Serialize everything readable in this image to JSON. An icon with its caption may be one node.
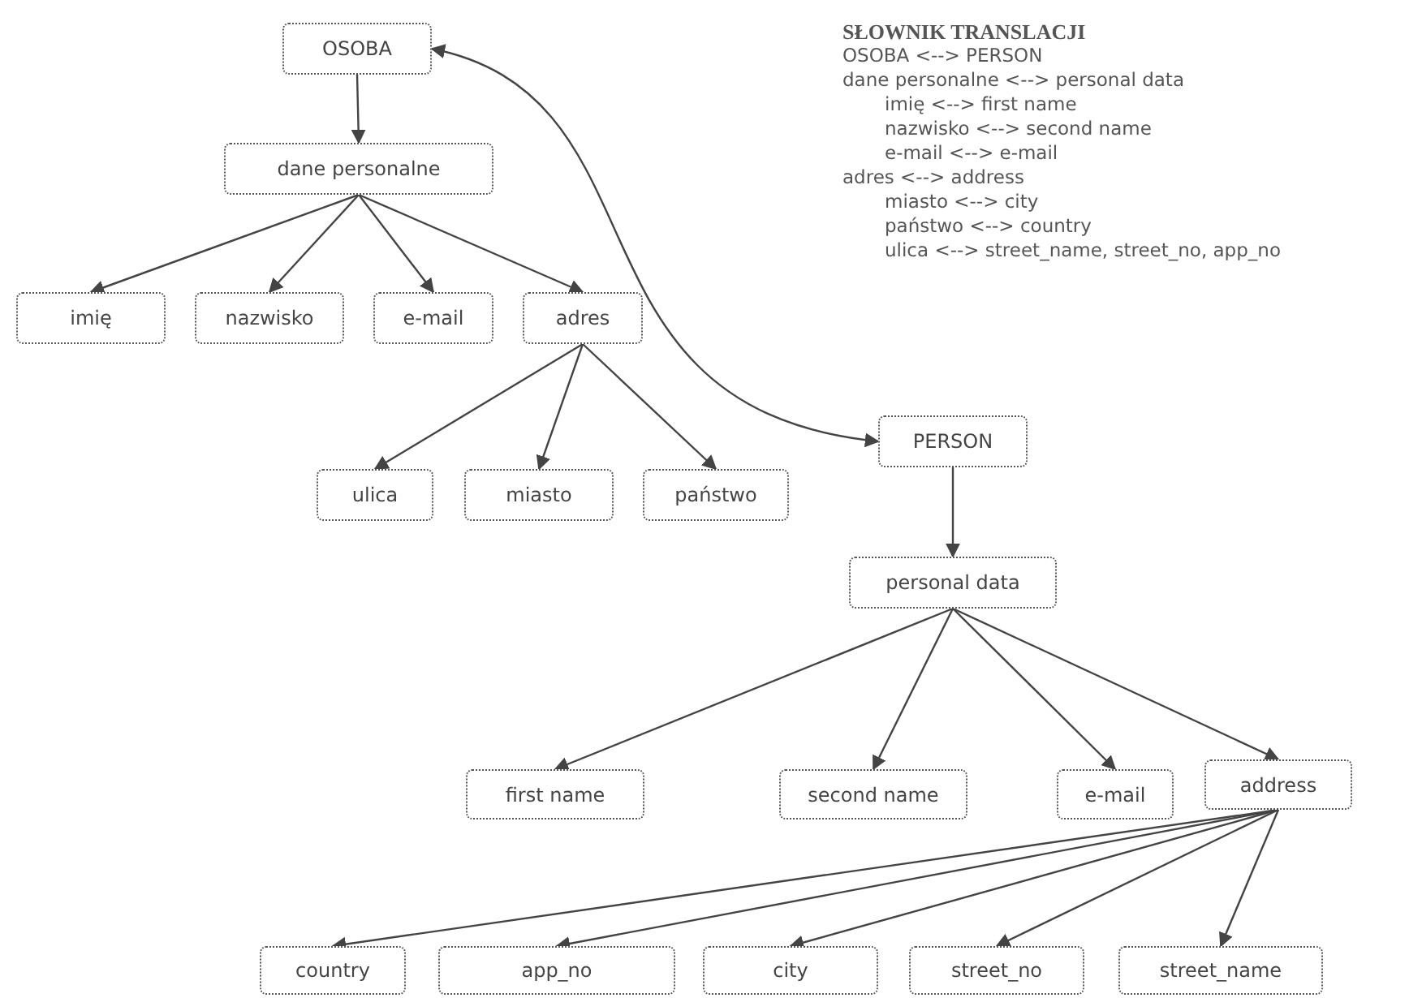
{
  "diagram": {
    "nodes": [
      {
        "text": [
          "OSOBA"
        ]
      },
      {
        "text": [
          "dane personalne"
        ]
      },
      {
        "text": [
          "imię"
        ]
      },
      {
        "text": [
          "nazwisko"
        ]
      },
      {
        "text": [
          "e-mail"
        ]
      },
      {
        "text": [
          "adres"
        ]
      },
      {
        "text": [
          "ulica"
        ]
      },
      {
        "text": [
          "miasto"
        ]
      },
      {
        "text": [
          "państwo"
        ]
      },
      {
        "text": [
          "PERSON"
        ]
      },
      {
        "text": [
          "personal data"
        ]
      },
      {
        "text": [
          "first name"
        ]
      },
      {
        "text": [
          "second name"
        ]
      },
      {
        "text": [
          "e-mail"
        ]
      },
      {
        "text": [
          "address"
        ]
      },
      {
        "text": [
          "country"
        ]
      },
      {
        "text": [
          "app_no"
        ]
      },
      {
        "text": [
          "city"
        ]
      },
      {
        "text": [
          "street_no"
        ]
      },
      {
        "text": [
          "street_name"
        ]
      }
    ],
    "edges": [
      {
        "from": 0,
        "to": 1,
        "arrow": "to"
      },
      {
        "from": 1,
        "to": 2,
        "arrow": "to"
      },
      {
        "from": 1,
        "to": 3,
        "arrow": "to"
      },
      {
        "from": 1,
        "to": 4,
        "arrow": "to"
      },
      {
        "from": 1,
        "to": 5,
        "arrow": "to"
      },
      {
        "from": 5,
        "to": 6,
        "arrow": "to"
      },
      {
        "from": 5,
        "to": 7,
        "arrow": "to"
      },
      {
        "from": 5,
        "to": 8,
        "arrow": "to"
      },
      {
        "from": 0,
        "to": 9,
        "arrow": "both"
      },
      {
        "from": 9,
        "to": 10,
        "arrow": "to"
      },
      {
        "from": 10,
        "to": 11,
        "arrow": "to"
      },
      {
        "from": 10,
        "to": 12,
        "arrow": "to"
      },
      {
        "from": 10,
        "to": 13,
        "arrow": "to"
      },
      {
        "from": 10,
        "to": 14,
        "arrow": "to"
      },
      {
        "from": 14,
        "to": 15,
        "arrow": "to"
      },
      {
        "from": 14,
        "to": 16,
        "arrow": "to"
      },
      {
        "from": 14,
        "to": 17,
        "arrow": "to"
      },
      {
        "from": 14,
        "to": 18,
        "arrow": "to"
      },
      {
        "from": 14,
        "to": 19,
        "arrow": "to"
      }
    ],
    "labels": [
      "SŁOWNIK TRANSLACJI",
      "OSOBA <--> PERSON",
      "dane personalne <--> personal data",
      "imię <--> first name",
      "nazwisko <--> second name",
      "e-mail <--> e-mail",
      "adres <--> address",
      "miasto <--> city",
      "państwo <--> country",
      "ulica <--> street_name, street_no, app_no"
    ]
  }
}
